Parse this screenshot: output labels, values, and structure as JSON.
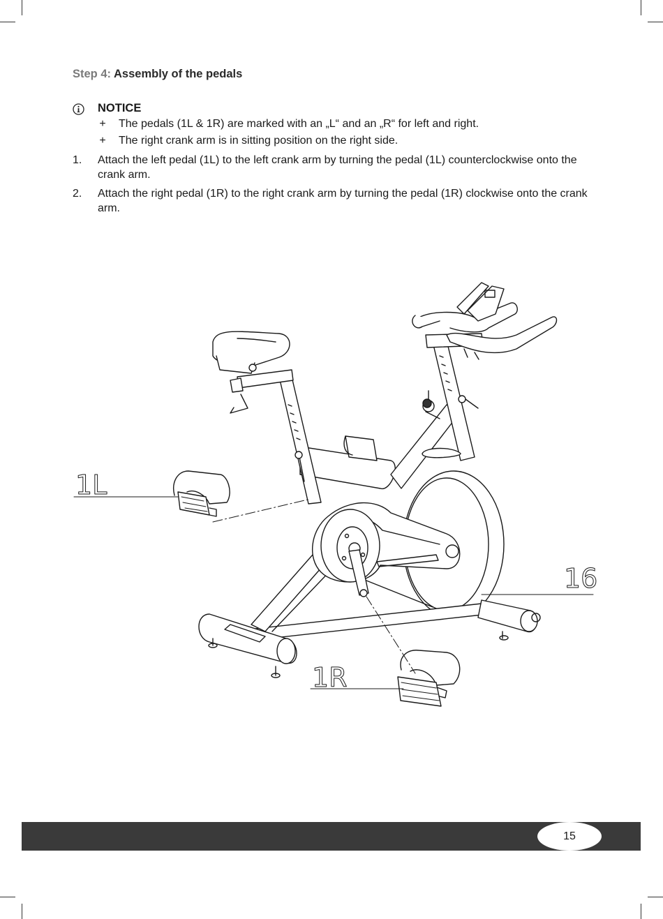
{
  "heading": {
    "prefix": "Step 4:",
    "title": "Assembly of the pedals"
  },
  "notice": {
    "icon": "info-circle-icon",
    "title": "NOTICE",
    "bullets": [
      {
        "symbol": "+",
        "text": "The pedals (1L & 1R) are marked with an „L“ and an „R“ for left and right."
      },
      {
        "symbol": "+",
        "text": "The right crank arm is in sitting position on the right side."
      }
    ]
  },
  "steps": [
    {
      "number": "1.",
      "text": "Attach the left pedal (1L) to the left crank arm by turning the pedal (1L) counterclockwise onto the crank arm."
    },
    {
      "number": "2.",
      "text": "Attach the right pedal (1R) to the right crank arm by turning the pedal (1R) clockwise onto the crank arm."
    }
  ],
  "figure": {
    "labels": {
      "left_pedal": "1L",
      "right_pedal": "1R",
      "flywheel": "16"
    }
  },
  "footer": {
    "page_number": "15",
    "bar_color": "#3a3a3a"
  }
}
